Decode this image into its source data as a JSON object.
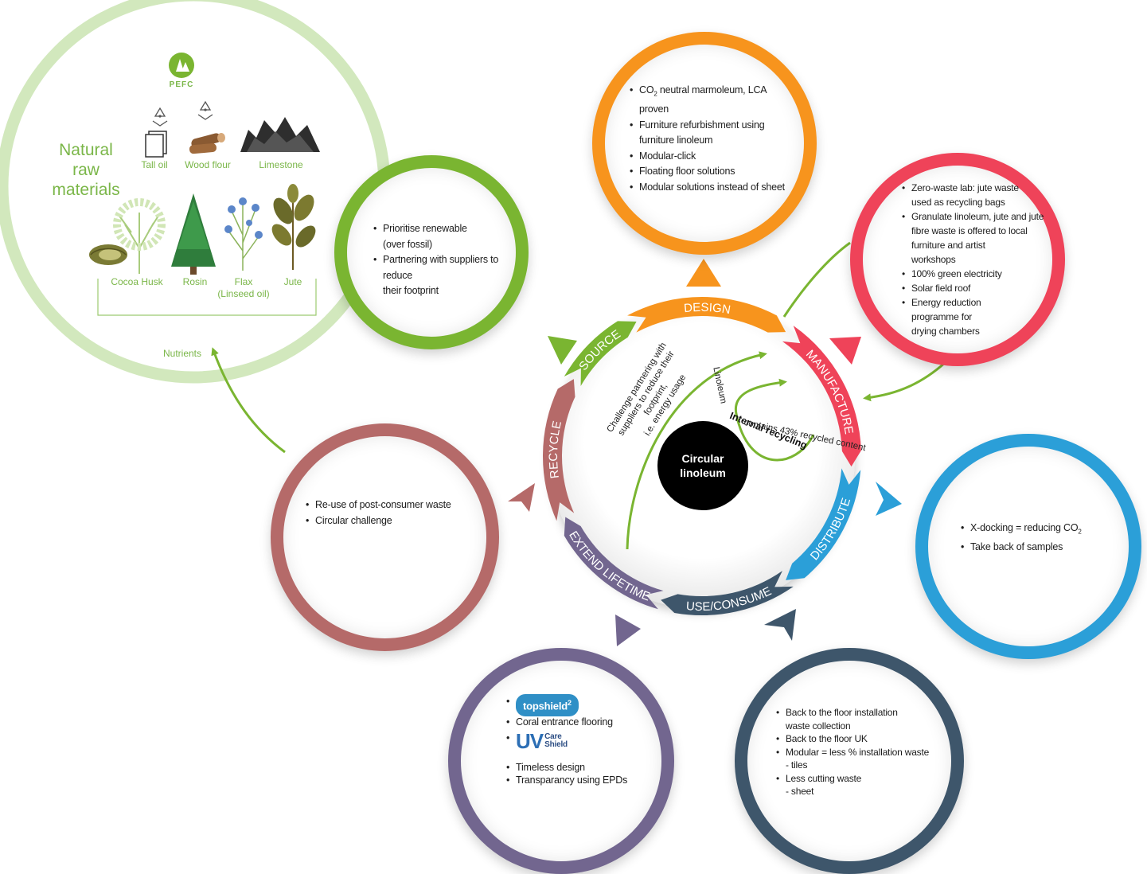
{
  "center_label": [
    "Circular",
    "linoleum"
  ],
  "cycle_stages": [
    {
      "label": "DESIGN",
      "color": "#f7941d"
    },
    {
      "label": "MANUFACTURE",
      "color": "#ef4359"
    },
    {
      "label": "DISTRIBUTE",
      "color": "#2b9fd8"
    },
    {
      "label": "USE/CONSUME",
      "color": "#3e566b"
    },
    {
      "label": "EXTEND LIFETIME",
      "color": "#72668f"
    },
    {
      "label": "RECYCLE",
      "color": "#b56a69"
    },
    {
      "label": "SOURCE",
      "color": "#7ab531"
    }
  ],
  "inner_texts": {
    "source_note": [
      "Challenge partnering with",
      "suppliers to reduce their footprint,",
      "i.e. energy usage"
    ],
    "recycling_title": "Internal recycling",
    "recycling_note_1": "Linoleum",
    "recycling_note_2": "contains 43% recycled content"
  },
  "natural": {
    "title": [
      "Natural",
      "raw",
      "materials"
    ],
    "pefc": "PEFC",
    "row1": [
      "Tall oil",
      "Wood flour",
      "Limestone"
    ],
    "row2": [
      "Cocoa Husk",
      "Rosin",
      "Flax",
      "Jute"
    ],
    "flax_sub": "(Linseed oil)",
    "nutrients": "Nutrients",
    "ring_color": "#d2e8bd"
  },
  "source_circle": {
    "color": "#7ab531",
    "items": [
      "Prioritise renewable",
      "Partnering with suppliers to reduce"
    ],
    "item1_sub": "(over fossil)",
    "item2_sub": "their footprint"
  },
  "design_circle": {
    "color": "#f7941d",
    "co2_prefix": "CO",
    "co2_sub": "2",
    "co2_rest": " neutral marmoleum, LCA proven",
    "items": [
      "Furniture refurbishment using",
      "Modular-click",
      "Floating floor solutions",
      "Modular solutions instead of sheet"
    ],
    "item_sub": "furniture linoleum"
  },
  "manufacture_circle": {
    "color": "#ef4359",
    "lines": [
      {
        "b": true,
        "t": "Zero-waste lab: jute waste"
      },
      {
        "b": false,
        "t": "used as recycling bags"
      },
      {
        "b": true,
        "t": "Granulate linoleum, jute and jute"
      },
      {
        "b": false,
        "t": "fibre waste is offered to local"
      },
      {
        "b": false,
        "t": "furniture and artist"
      },
      {
        "b": false,
        "t": "workshops"
      },
      {
        "b": true,
        "t": "100% green electricity"
      },
      {
        "b": true,
        "t": "Solar field roof"
      },
      {
        "b": true,
        "t": "Energy reduction"
      },
      {
        "b": false,
        "t": "programme for"
      },
      {
        "b": false,
        "t": "drying chambers"
      }
    ]
  },
  "distribute_circle": {
    "color": "#2b9fd8",
    "line1": "X-docking = reducing CO",
    "line1_sub": "2",
    "line2": "Take back of samples"
  },
  "use_circle": {
    "color": "#3e566b",
    "lines": [
      {
        "b": true,
        "t": "Back to the floor installation"
      },
      {
        "b": false,
        "t": "waste collection"
      },
      {
        "b": true,
        "t": "Back to the floor UK"
      },
      {
        "b": true,
        "t": "Modular = less % installation waste"
      },
      {
        "b": false,
        "t": "- tiles"
      },
      {
        "b": true,
        "t": "Less cutting waste"
      },
      {
        "b": false,
        "t": "- sheet"
      }
    ]
  },
  "extend_circle": {
    "color": "#72668f",
    "logo_topshield": "topshield",
    "logo_topshield_sup": "2",
    "item_coral": "Coral entrance flooring",
    "logo_uv": "UV",
    "logo_uv_text": [
      "Care",
      "Shield"
    ],
    "items": [
      "Timeless design",
      "Transparancy using EPDs"
    ]
  },
  "recycle_circle": {
    "color": "#b56a69",
    "items": [
      "Re-use of post-consumer waste",
      "Circular challenge"
    ]
  }
}
